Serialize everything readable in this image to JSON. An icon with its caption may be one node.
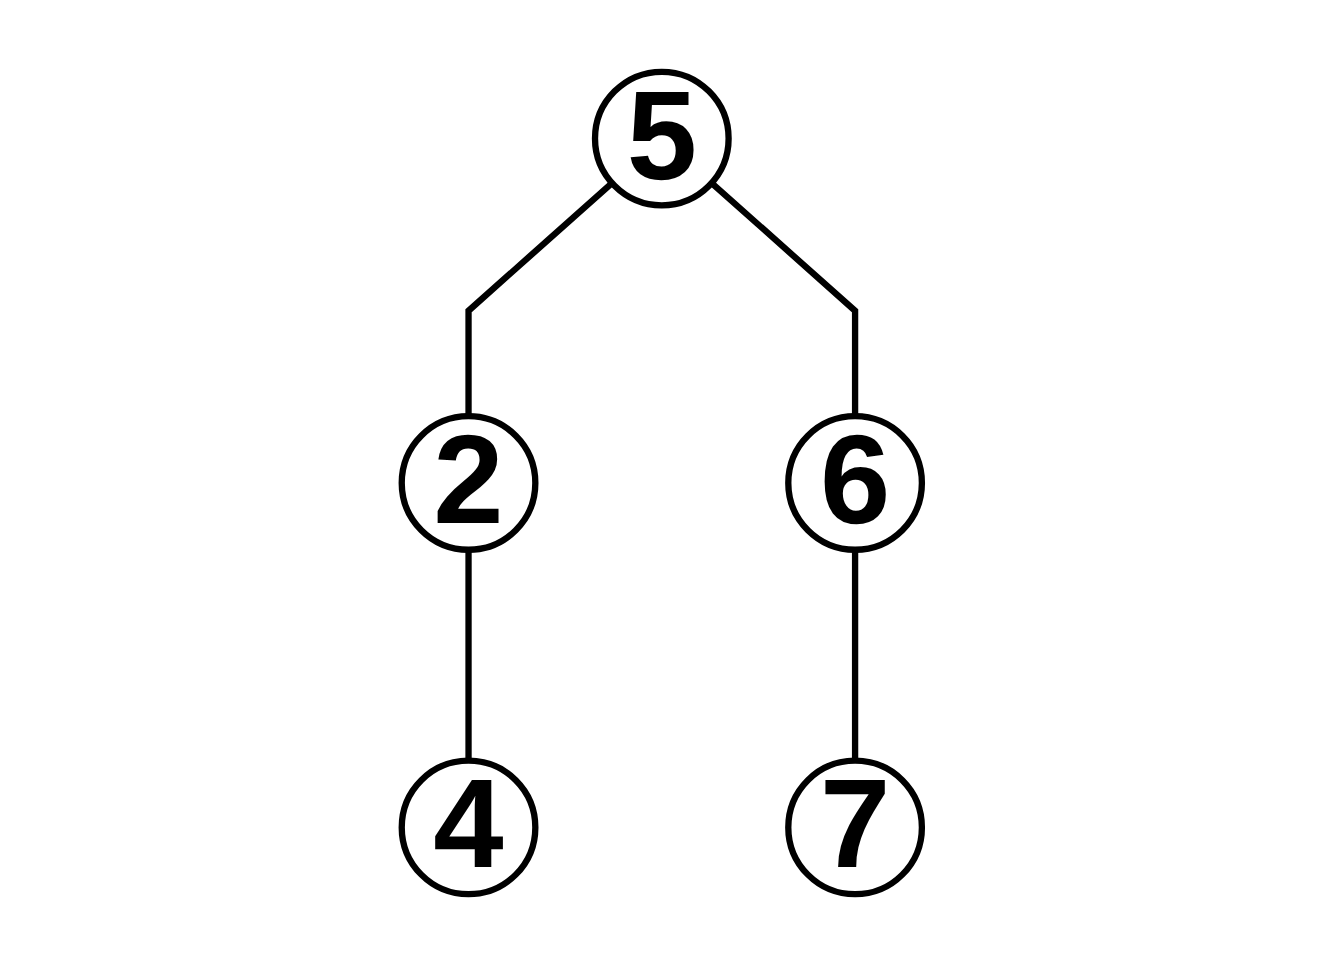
{
  "diagram": {
    "nodes": [
      {
        "text": [
          "5"
        ]
      },
      {
        "text": [
          "2"
        ]
      },
      {
        "text": [
          "6"
        ]
      },
      {
        "text": [
          "4"
        ]
      },
      {
        "text": [
          "7"
        ]
      }
    ],
    "edges": [
      {
        "from": 0,
        "to": 1,
        "arrow": "none"
      },
      {
        "from": 0,
        "to": 2,
        "arrow": "none"
      },
      {
        "from": 1,
        "to": 3,
        "arrow": "none"
      },
      {
        "from": 2,
        "to": 4,
        "arrow": "none"
      }
    ]
  }
}
